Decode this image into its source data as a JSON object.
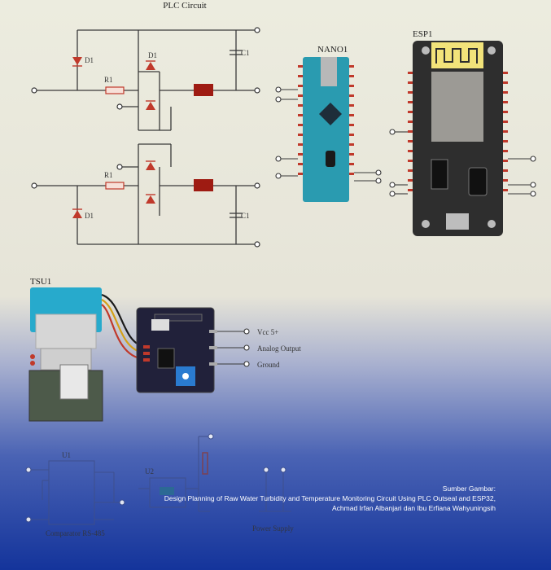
{
  "plc_circuit": {
    "title": "PLC Circuit",
    "components": {
      "d1": "D1",
      "d_bridge_top": "D1",
      "r_top": "R1",
      "c_top": "C1",
      "r_bottom": "R1",
      "d_bottom": "D1",
      "c_bottom": "C1"
    }
  },
  "arduino": {
    "label": "NANO1"
  },
  "esp32": {
    "label": "ESP1"
  },
  "sensor": {
    "label": "TSU1",
    "outputs": [
      "Vcc 5+",
      "Analog Output",
      "Ground"
    ]
  },
  "bottom_circuits": {
    "u1_label": "U1",
    "u2_label": "U2",
    "u1_caption": "Comparator RS-485",
    "power_label": "Power Supply"
  },
  "caption": {
    "heading": "Sumber Gambar:",
    "line1": "Design Planning of Raw Water Turbidity and Temperature Monitoring Circuit Using PLC Outseal and ESP32,",
    "line2": "Achmad Irfan Albanjari dan Ibu Erfiana Wahyuningsih"
  },
  "colors": {
    "background_top": "#ececdf",
    "background_bottom": "#1b3a9e",
    "wire": "#3a3a3a",
    "component_red": "#c0392b",
    "arduino_teal": "#2a9bb0",
    "esp_board": "#2e2e2e",
    "sensor_cap": "#27aacc"
  }
}
